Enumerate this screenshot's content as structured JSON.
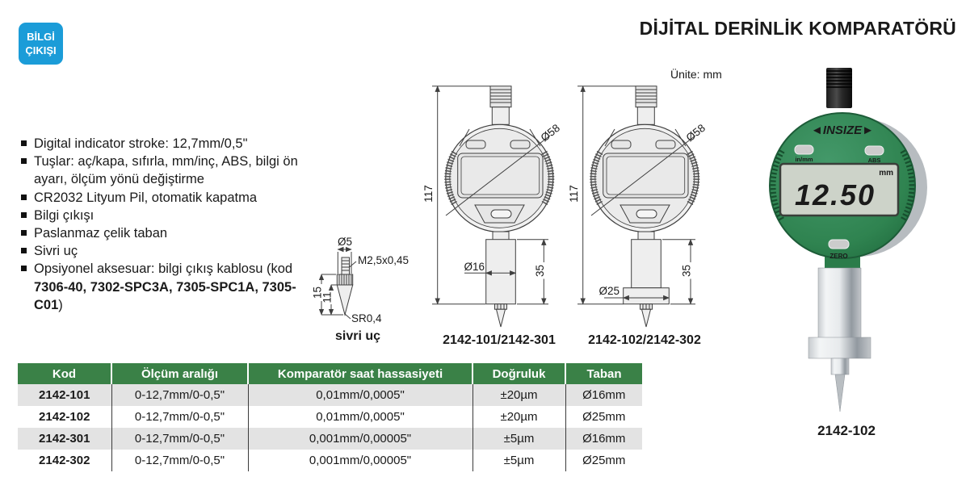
{
  "badge": {
    "line1": "BİLGİ",
    "line2": "ÇIKIŞI"
  },
  "title": "DİJİTAL DERİNLİK KOMPARATÖRÜ",
  "unit_note": "Ünite: mm",
  "specs": {
    "items": [
      "Digital indicator stroke: 12,7mm/0,5\"",
      "Tuşlar: aç/kapa, sıfırla, mm/inç, ABS, bilgi ön ayarı, ölçüm yönü değiştirme",
      "CR2032 Lityum Pil, otomatik kapatma",
      "Bilgi çıkışı",
      "Paslanmaz çelik taban",
      "Sivri uç"
    ],
    "optional": {
      "prefix": "Opsiyonel aksesuar: bilgi çıkış kablosu (kod ",
      "codes": "7306-40, 7302-SPC3A, 7305-SPC1A, 7305-C01",
      "suffix": ")"
    }
  },
  "drawings": {
    "tip": {
      "dia": "Ø5",
      "thread": "M2,5x0,45",
      "h_outer": "15",
      "h_inner": "11",
      "tip_radius": "SR0,4",
      "caption": "sivri uç"
    },
    "gauge1": {
      "height": "117",
      "dia": "Ø58",
      "base_dia": "Ø16",
      "base_h": "35",
      "caption": "2142-101/2142-301"
    },
    "gauge2": {
      "height": "117",
      "dia": "Ø58",
      "base_dia": "Ø25",
      "base_h": "35",
      "caption": "2142-102/2142-302"
    }
  },
  "product": {
    "logo": "◄INSIZE►",
    "btn_inmm": "in/mm",
    "btn_abs": "ABS",
    "btn_zero": "ZERO",
    "lcd_value": "12.50",
    "lcd_unit": "mm",
    "caption": "2142-102"
  },
  "table": {
    "headers": [
      "Kod",
      "Ölçüm aralığı",
      "Komparatör saat hassasiyeti",
      "Doğruluk",
      "Taban"
    ],
    "rows": [
      [
        "2142-101",
        "0-12,7mm/0-0,5\"",
        "0,01mm/0,0005\"",
        "±20µm",
        "Ø16mm"
      ],
      [
        "2142-102",
        "0-12,7mm/0-0,5\"",
        "0,01mm/0,0005\"",
        "±20µm",
        "Ø25mm"
      ],
      [
        "2142-301",
        "0-12,7mm/0-0,5\"",
        "0,001mm/0,00005\"",
        "±5µm",
        "Ø16mm"
      ],
      [
        "2142-302",
        "0-12,7mm/0-0,5\"",
        "0,001mm/0,00005\"",
        "±5µm",
        "Ø25mm"
      ]
    ]
  },
  "colors": {
    "badge_blue": "#1b9cd8",
    "table_header_green": "#3a8147",
    "row_stripe_gray": "#e3e3e3",
    "body_green": "#2f8350"
  }
}
